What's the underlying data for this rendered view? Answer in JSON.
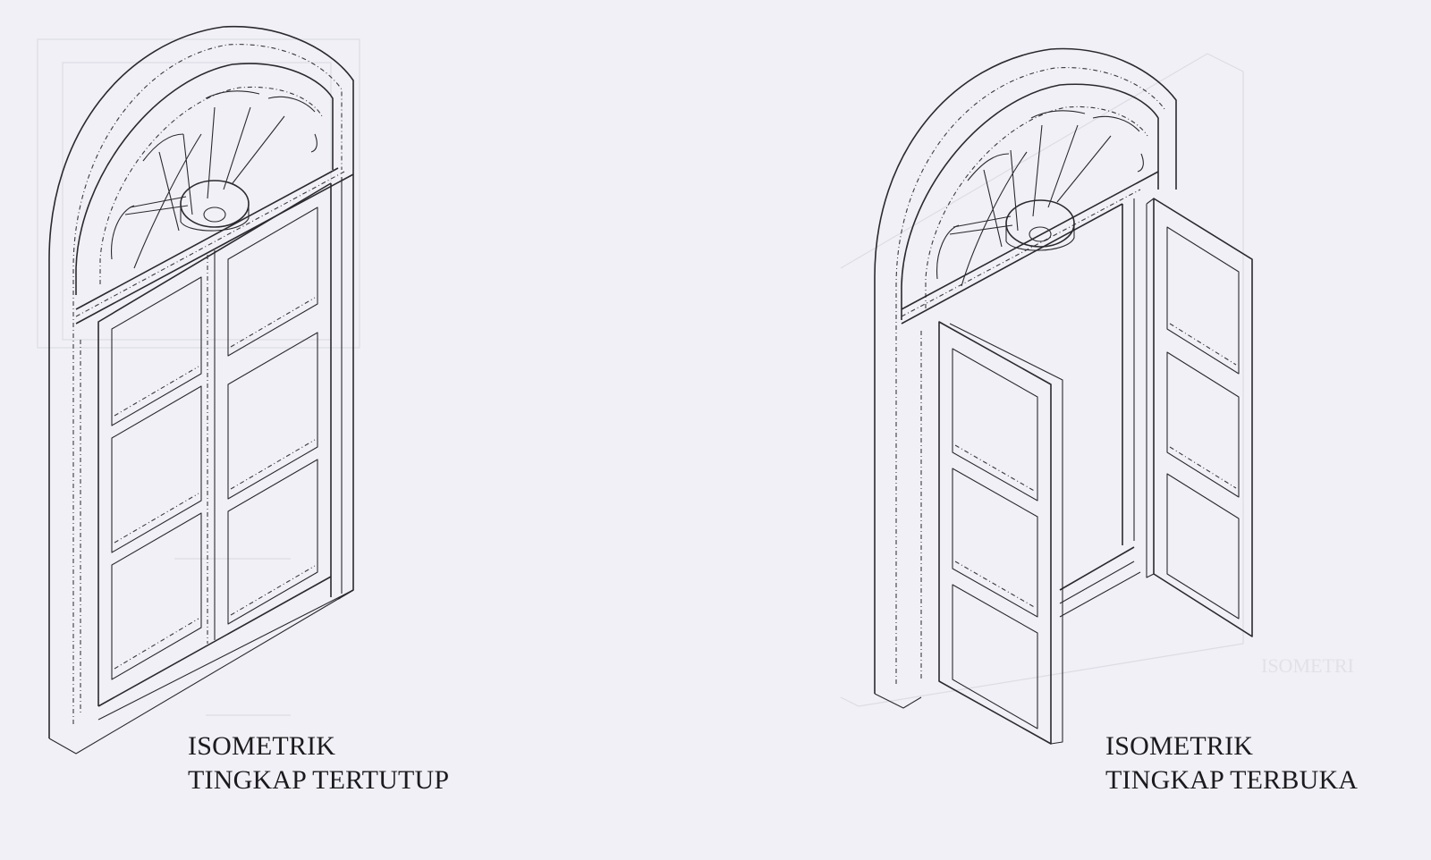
{
  "captions": {
    "closed": {
      "line1": "ISOMETRIK",
      "line2": "TINGKAP TERTUTUP"
    },
    "open": {
      "line1": "ISOMETRIK",
      "line2": "TINGKAP TERBUKA"
    }
  },
  "colors": {
    "background": "#f1f0f6",
    "ink": "#2a2a2e"
  }
}
